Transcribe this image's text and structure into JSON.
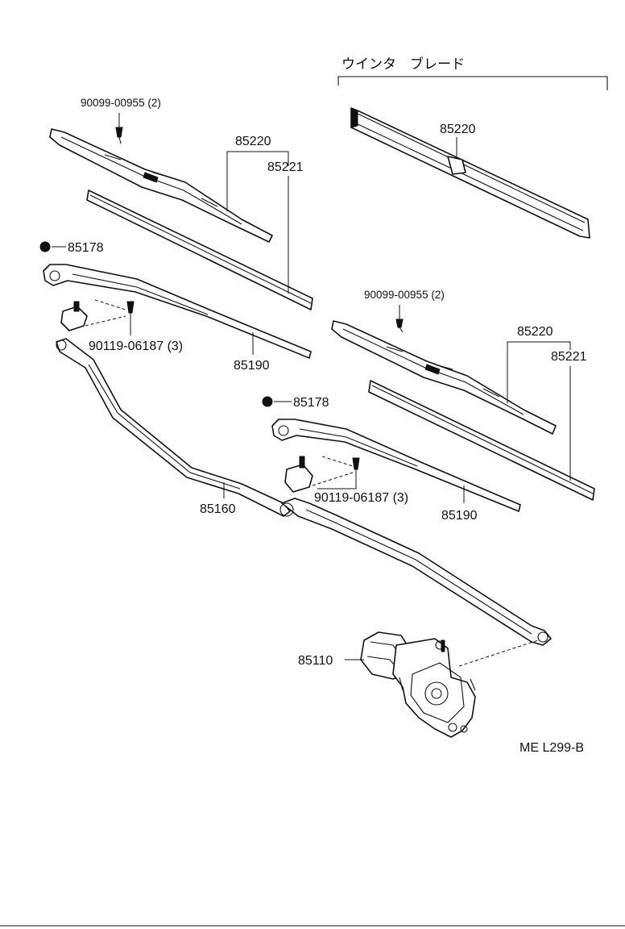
{
  "header": {
    "winter_blade_label": "ウインタ　ブレード"
  },
  "parts": {
    "screw_left": "90099-00955 (2)",
    "screw_right": "90099-00955 (2)",
    "blade_left": "85220",
    "refill_left": "85221",
    "blade_winter": "85220",
    "blade_right": "85220",
    "refill_right": "85221",
    "nut_left": "85178",
    "nut_right": "85178",
    "bolt_left": "90119-06187 (3)",
    "bolt_right": "90119-06187 (3)",
    "arm_left": "85190",
    "arm_right": "85190",
    "link": "85160",
    "motor": "85110"
  },
  "footer": {
    "code": "ME L299-B"
  }
}
